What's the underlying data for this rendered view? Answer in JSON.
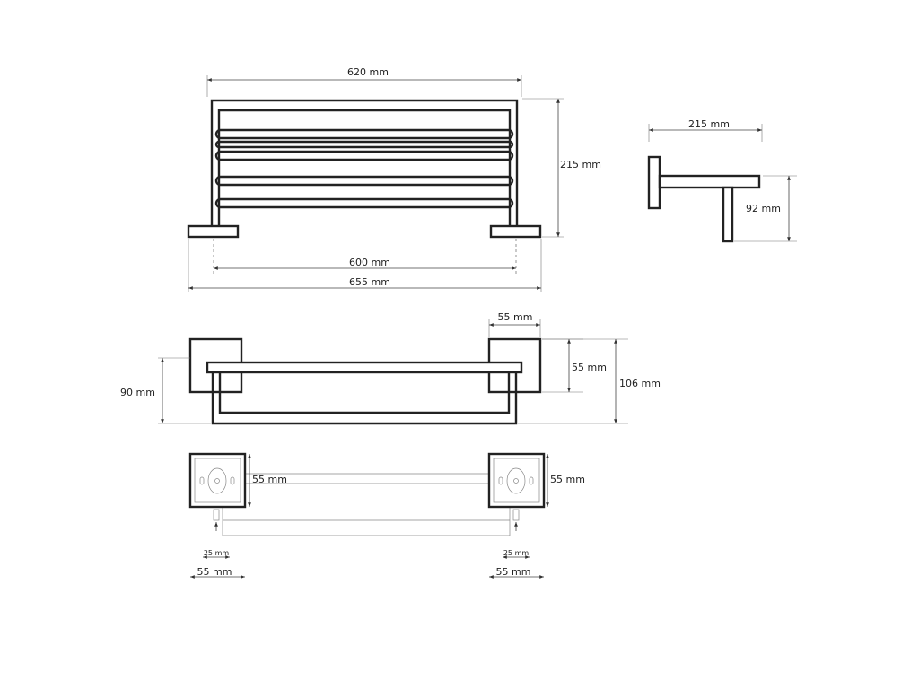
{
  "dimensions": {
    "front_width_top": "620 mm",
    "front_height": "215 mm",
    "front_inner_width": "600 mm",
    "front_overall_width": "655 mm",
    "side_depth": "215 mm",
    "side_height": "92 mm",
    "top_base_width": "55 mm",
    "top_base_height": "55 mm",
    "top_depth": "90 mm",
    "top_overall_depth": "106 mm",
    "plate_height_left": "55 mm",
    "plate_height_right": "55 mm",
    "hole_offset_left": "25 mm",
    "hole_offset_right": "25 mm",
    "plate_width_left": "55 mm",
    "plate_width_right": "55 mm"
  }
}
